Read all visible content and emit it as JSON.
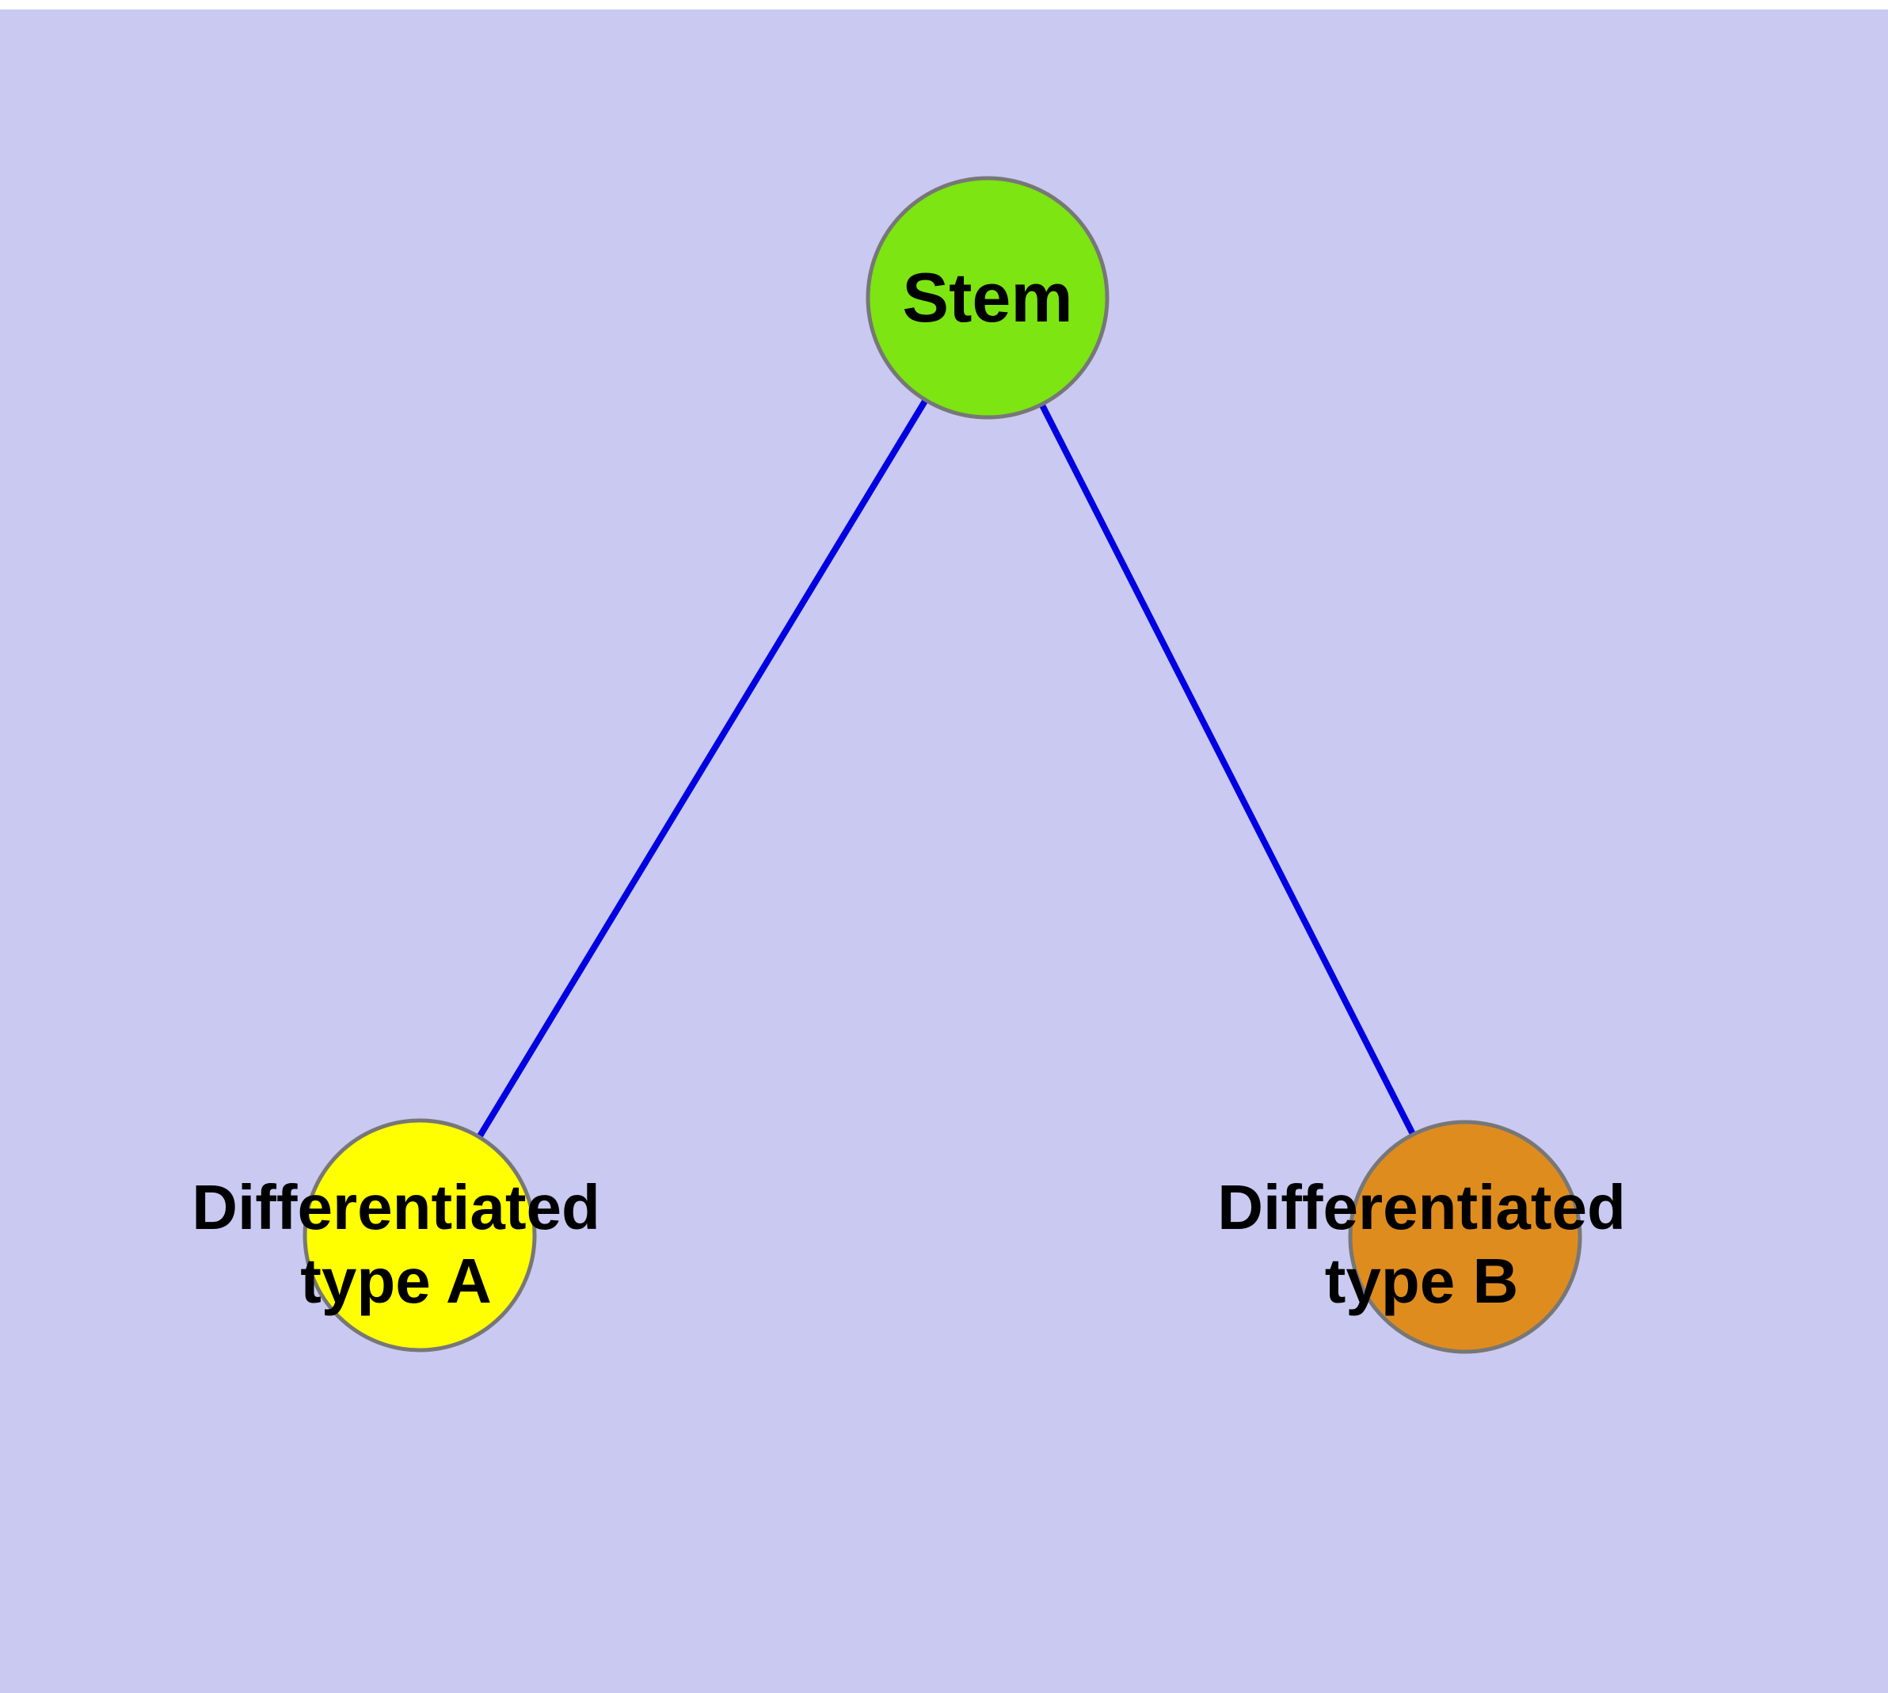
{
  "diagram": {
    "background_color": "#c9c9f1",
    "edge_color": "#0000e0",
    "node_border_color": "#777777",
    "label_color": "#000000",
    "nodes": {
      "stem": {
        "label": "Stem",
        "fill": "#7ce512"
      },
      "type_a": {
        "label_line1": "Differentiated",
        "label_line2": "type A",
        "fill": "#ffff00"
      },
      "type_b": {
        "label_line1": "Differentiated",
        "label_line2": "type B",
        "fill": "#df8c1f"
      }
    },
    "edges": [
      {
        "from": "Stem",
        "to": "Differentiated type A"
      },
      {
        "from": "Stem",
        "to": "Differentiated type B"
      }
    ]
  }
}
